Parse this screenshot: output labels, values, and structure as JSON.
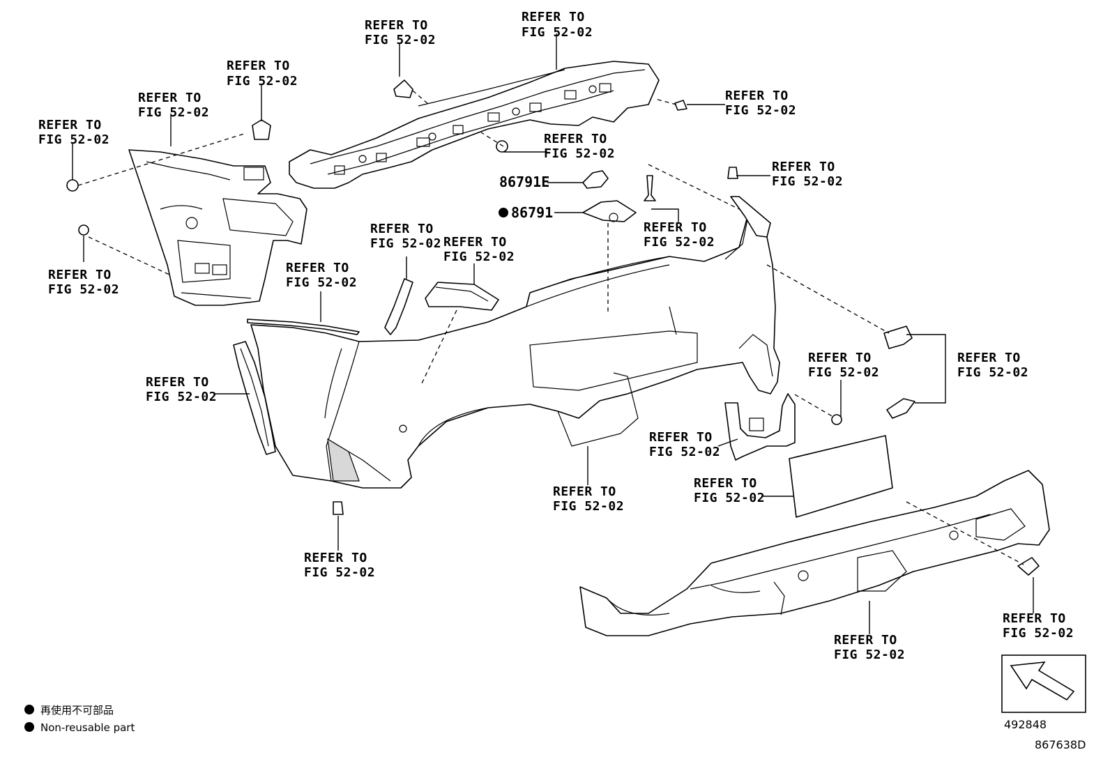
{
  "callout_line1": "REFER TO",
  "callout_line2": "FIG 52-02",
  "part_numbers": {
    "retainer": "86791E",
    "bracket": "86791"
  },
  "legend": {
    "jp_text": "再使用不可部品",
    "en_text": "Non-reusable part"
  },
  "illustration_number": "492848",
  "figure_code": "867638D",
  "icon_names": [
    "filled-circle-icon",
    "direction-arrow-icon"
  ]
}
